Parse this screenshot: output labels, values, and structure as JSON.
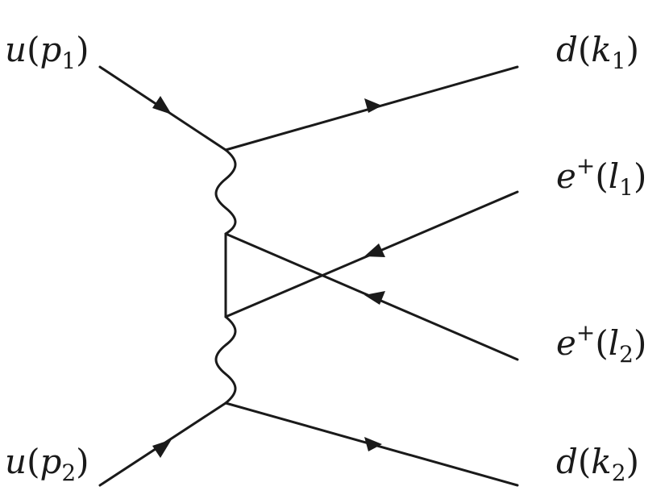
{
  "diagram": {
    "colors": {
      "line": "#1a1a1a",
      "background": "#ffffff"
    },
    "labels": {
      "u1": {
        "name": "u",
        "arg": "p",
        "sub": "1"
      },
      "u2": {
        "name": "u",
        "arg": "p",
        "sub": "2"
      },
      "d1": {
        "name": "d",
        "arg": "k",
        "sub": "1"
      },
      "d2": {
        "name": "d",
        "arg": "k",
        "sub": "2"
      },
      "e1": {
        "name": "e",
        "sup": "+",
        "arg": "l",
        "sub": "1"
      },
      "e2": {
        "name": "e",
        "sup": "+",
        "arg": "l",
        "sub": "2"
      }
    }
  }
}
